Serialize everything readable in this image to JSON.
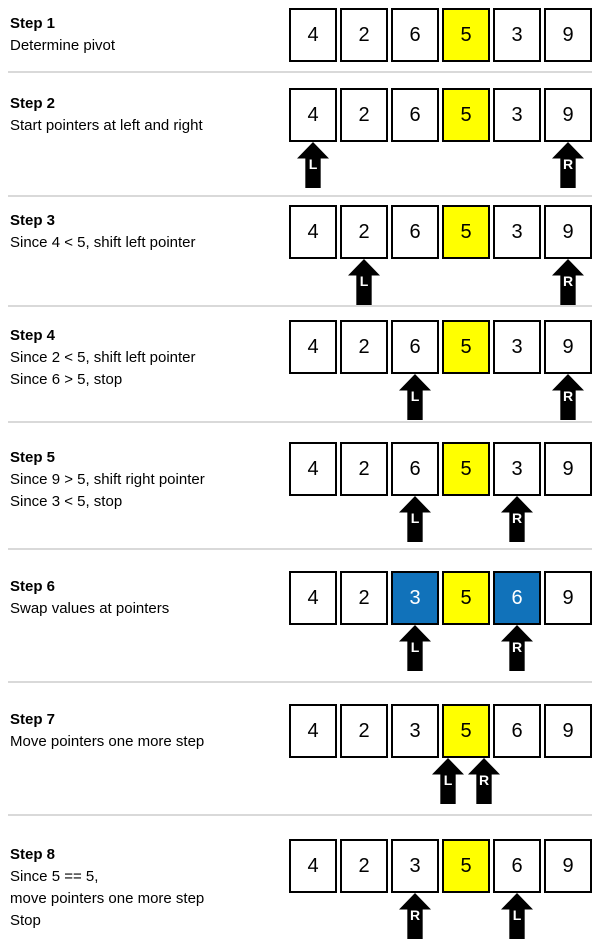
{
  "diagram": {
    "topic": "Quicksort partition walkthrough",
    "colors": {
      "background": "#ffffff",
      "cell_background": "#ffffff",
      "cell_border": "#000000",
      "cell_text": "#000000",
      "pivot_highlight": "#ffff00",
      "swapped_highlight": "#1172ba",
      "swapped_text": "#ffffff",
      "arrow": "#000000",
      "arrow_letter": "#ffffff",
      "divider": "#d9d9d9"
    }
  },
  "steps": [
    {
      "title": "Step 1",
      "lines": [
        "Determine pivot"
      ],
      "cells": [
        {
          "value": "4",
          "highlight": "none"
        },
        {
          "value": "2",
          "highlight": "none"
        },
        {
          "value": "6",
          "highlight": "none"
        },
        {
          "value": "5",
          "highlight": "pivot"
        },
        {
          "value": "3",
          "highlight": "none"
        },
        {
          "value": "9",
          "highlight": "none"
        }
      ],
      "pointers": []
    },
    {
      "title": "Step 2",
      "lines": [
        "Start pointers at left and right"
      ],
      "cells": [
        {
          "value": "4",
          "highlight": "none"
        },
        {
          "value": "2",
          "highlight": "none"
        },
        {
          "value": "6",
          "highlight": "none"
        },
        {
          "value": "5",
          "highlight": "pivot"
        },
        {
          "value": "3",
          "highlight": "none"
        },
        {
          "value": "9",
          "highlight": "none"
        }
      ],
      "pointers": [
        {
          "label": "L",
          "cell": 0,
          "align": "center"
        },
        {
          "label": "R",
          "cell": 5,
          "align": "center"
        }
      ]
    },
    {
      "title": "Step 3",
      "lines": [
        "Since 4 < 5, shift left pointer"
      ],
      "cells": [
        {
          "value": "4",
          "highlight": "none"
        },
        {
          "value": "2",
          "highlight": "none"
        },
        {
          "value": "6",
          "highlight": "none"
        },
        {
          "value": "5",
          "highlight": "pivot"
        },
        {
          "value": "3",
          "highlight": "none"
        },
        {
          "value": "9",
          "highlight": "none"
        }
      ],
      "pointers": [
        {
          "label": "L",
          "cell": 1,
          "align": "center"
        },
        {
          "label": "R",
          "cell": 5,
          "align": "center"
        }
      ]
    },
    {
      "title": "Step 4",
      "lines": [
        "Since 2 < 5, shift left pointer",
        "Since 6 > 5, stop"
      ],
      "cells": [
        {
          "value": "4",
          "highlight": "none"
        },
        {
          "value": "2",
          "highlight": "none"
        },
        {
          "value": "6",
          "highlight": "none"
        },
        {
          "value": "5",
          "highlight": "pivot"
        },
        {
          "value": "3",
          "highlight": "none"
        },
        {
          "value": "9",
          "highlight": "none"
        }
      ],
      "pointers": [
        {
          "label": "L",
          "cell": 2,
          "align": "center"
        },
        {
          "label": "R",
          "cell": 5,
          "align": "center"
        }
      ]
    },
    {
      "title": "Step 5",
      "lines": [
        "Since 9 > 5, shift right pointer",
        "Since 3 < 5, stop"
      ],
      "cells": [
        {
          "value": "4",
          "highlight": "none"
        },
        {
          "value": "2",
          "highlight": "none"
        },
        {
          "value": "6",
          "highlight": "none"
        },
        {
          "value": "5",
          "highlight": "pivot"
        },
        {
          "value": "3",
          "highlight": "none"
        },
        {
          "value": "9",
          "highlight": "none"
        }
      ],
      "pointers": [
        {
          "label": "L",
          "cell": 2,
          "align": "center"
        },
        {
          "label": "R",
          "cell": 4,
          "align": "center"
        }
      ]
    },
    {
      "title": "Step 6",
      "lines": [
        "Swap values at pointers"
      ],
      "cells": [
        {
          "value": "4",
          "highlight": "none"
        },
        {
          "value": "2",
          "highlight": "none"
        },
        {
          "value": "3",
          "highlight": "swapped"
        },
        {
          "value": "5",
          "highlight": "pivot"
        },
        {
          "value": "6",
          "highlight": "swapped"
        },
        {
          "value": "9",
          "highlight": "none"
        }
      ],
      "pointers": [
        {
          "label": "L",
          "cell": 2,
          "align": "center"
        },
        {
          "label": "R",
          "cell": 4,
          "align": "center"
        }
      ]
    },
    {
      "title": "Step 7",
      "lines": [
        "Move pointers one more step"
      ],
      "cells": [
        {
          "value": "4",
          "highlight": "none"
        },
        {
          "value": "2",
          "highlight": "none"
        },
        {
          "value": "3",
          "highlight": "none"
        },
        {
          "value": "5",
          "highlight": "pivot"
        },
        {
          "value": "6",
          "highlight": "none"
        },
        {
          "value": "9",
          "highlight": "none"
        }
      ],
      "pointers": [
        {
          "label": "L",
          "cell": 3,
          "align": "left-of-center"
        },
        {
          "label": "R",
          "cell": 3,
          "align": "right-of-center"
        }
      ]
    },
    {
      "title": "Step 8",
      "lines": [
        "Since 5 == 5,",
        "move pointers one more step",
        "Stop"
      ],
      "cells": [
        {
          "value": "4",
          "highlight": "none"
        },
        {
          "value": "2",
          "highlight": "none"
        },
        {
          "value": "3",
          "highlight": "none"
        },
        {
          "value": "5",
          "highlight": "pivot"
        },
        {
          "value": "6",
          "highlight": "none"
        },
        {
          "value": "9",
          "highlight": "none"
        }
      ],
      "pointers": [
        {
          "label": "R",
          "cell": 2,
          "align": "center"
        },
        {
          "label": "L",
          "cell": 4,
          "align": "center"
        }
      ]
    }
  ]
}
